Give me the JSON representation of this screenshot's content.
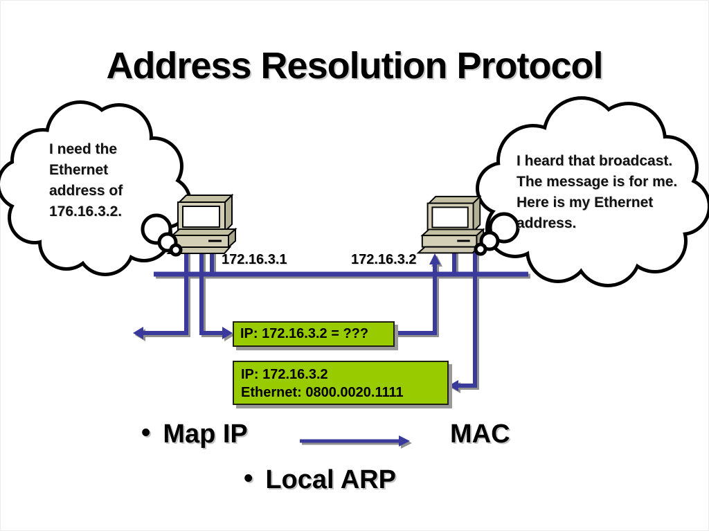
{
  "slide": {
    "title": "Address Resolution Protocol",
    "left_cloud": {
      "lines": [
        "I need the",
        "Ethernet",
        "address of",
        "176.16.3.2."
      ]
    },
    "right_cloud": {
      "lines": [
        "I heard that broadcast.",
        "The message is for me.",
        "Here is my Ethernet",
        "address."
      ]
    },
    "labels": {
      "host_left_ip": "172.16.3.1",
      "host_right_ip": "172.16.3.2"
    },
    "arp_request": {
      "text": "IP: 172.16.3.2 = ???"
    },
    "arp_reply": {
      "line1": "IP: 172.16.3.2",
      "line2": "Ethernet: 0800.0020.1111"
    },
    "bullets": {
      "bullet_char": "•",
      "item1_left": "Map IP",
      "item1_right": "MAC",
      "item2": "Local ARP"
    },
    "colors": {
      "wire_blue": "#3a3a9c",
      "shadow_gray": "#8f8f8f",
      "box_green": "#99cc00",
      "computer_beige": "#d2cfb6"
    }
  }
}
